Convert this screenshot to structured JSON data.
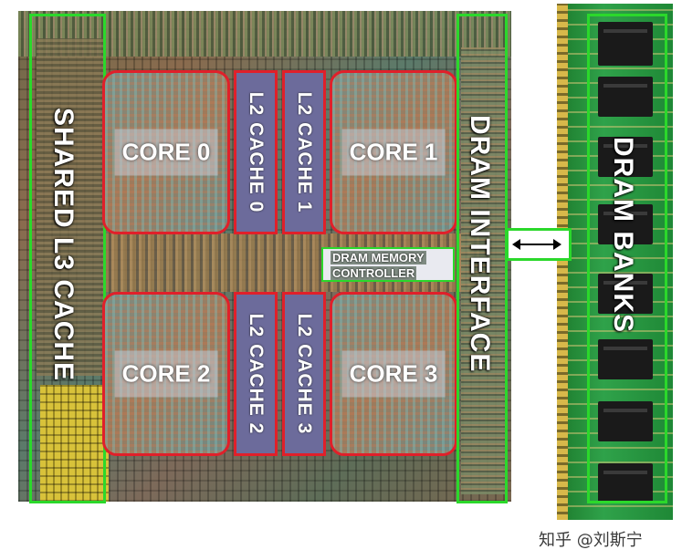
{
  "labels": {
    "shared_l3_cache": "SHARED L3 CACHE",
    "dram_interface": "DRAM INTERFACE",
    "dram_banks": "DRAM BANKS",
    "memory_controller_line1": "DRAM MEMORY",
    "memory_controller_line2": "CONTROLLER"
  },
  "cores": [
    "CORE 0",
    "CORE 1",
    "CORE 2",
    "CORE 3"
  ],
  "l2_caches": [
    "L2 CACHE 0",
    "L2 CACHE 1",
    "L2 CACHE 2",
    "L2 CACHE 3"
  ],
  "watermark": "知乎 @刘斯宁",
  "colors": {
    "highlight_green": "#2bd82b",
    "core_red": "#e0202a",
    "l2_fill": "#6c6b9b",
    "pcb_green": "#2fa24a"
  }
}
